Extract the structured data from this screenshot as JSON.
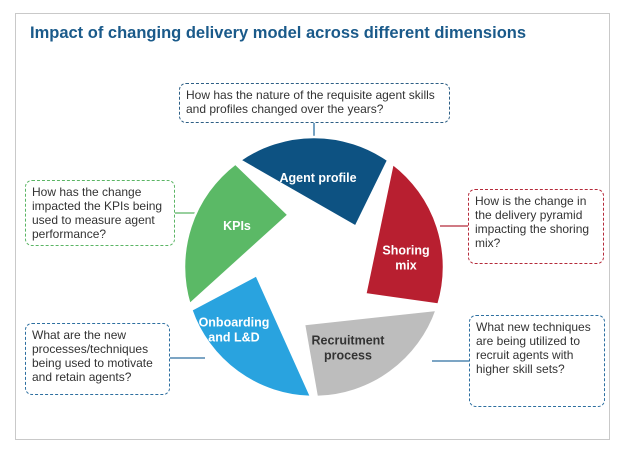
{
  "title": "Impact of changing delivery model across different dimensions",
  "segments": [
    {
      "id": "agent-profile",
      "lines": [
        "Agent profile"
      ],
      "color": "#0d5282",
      "text_color": "#ffffff"
    },
    {
      "id": "shoring-mix",
      "lines": [
        "Shoring",
        "mix"
      ],
      "color": "#b81f30",
      "text_color": "#ffffff"
    },
    {
      "id": "recruitment-process",
      "lines": [
        "Recruitment",
        "process"
      ],
      "color": "#bdbdbd",
      "text_color": "#333333"
    },
    {
      "id": "onboarding",
      "lines": [
        "Onboarding",
        "and L&D"
      ],
      "color": "#29a3df",
      "text_color": "#ffffff"
    },
    {
      "id": "kpis",
      "lines": [
        "KPIs"
      ],
      "color": "#5bb966",
      "text_color": "#ffffff"
    }
  ],
  "callouts": {
    "agent_profile": "How has the nature of the requisite agent skills and profiles changed over the years?",
    "kpis": "How has the change impacted the KPIs being used to measure agent performance?",
    "shoring_mix": "How is the change in the delivery pyramid impacting the shoring mix?",
    "onboarding": "What are the new processes/techniques being used to motivate and retain agents?",
    "recruitment": "What new techniques are being utilized to recruit agents with higher skill sets?"
  },
  "colors": {
    "title": "#1a5a8a",
    "connector": "#2d6fa0"
  }
}
